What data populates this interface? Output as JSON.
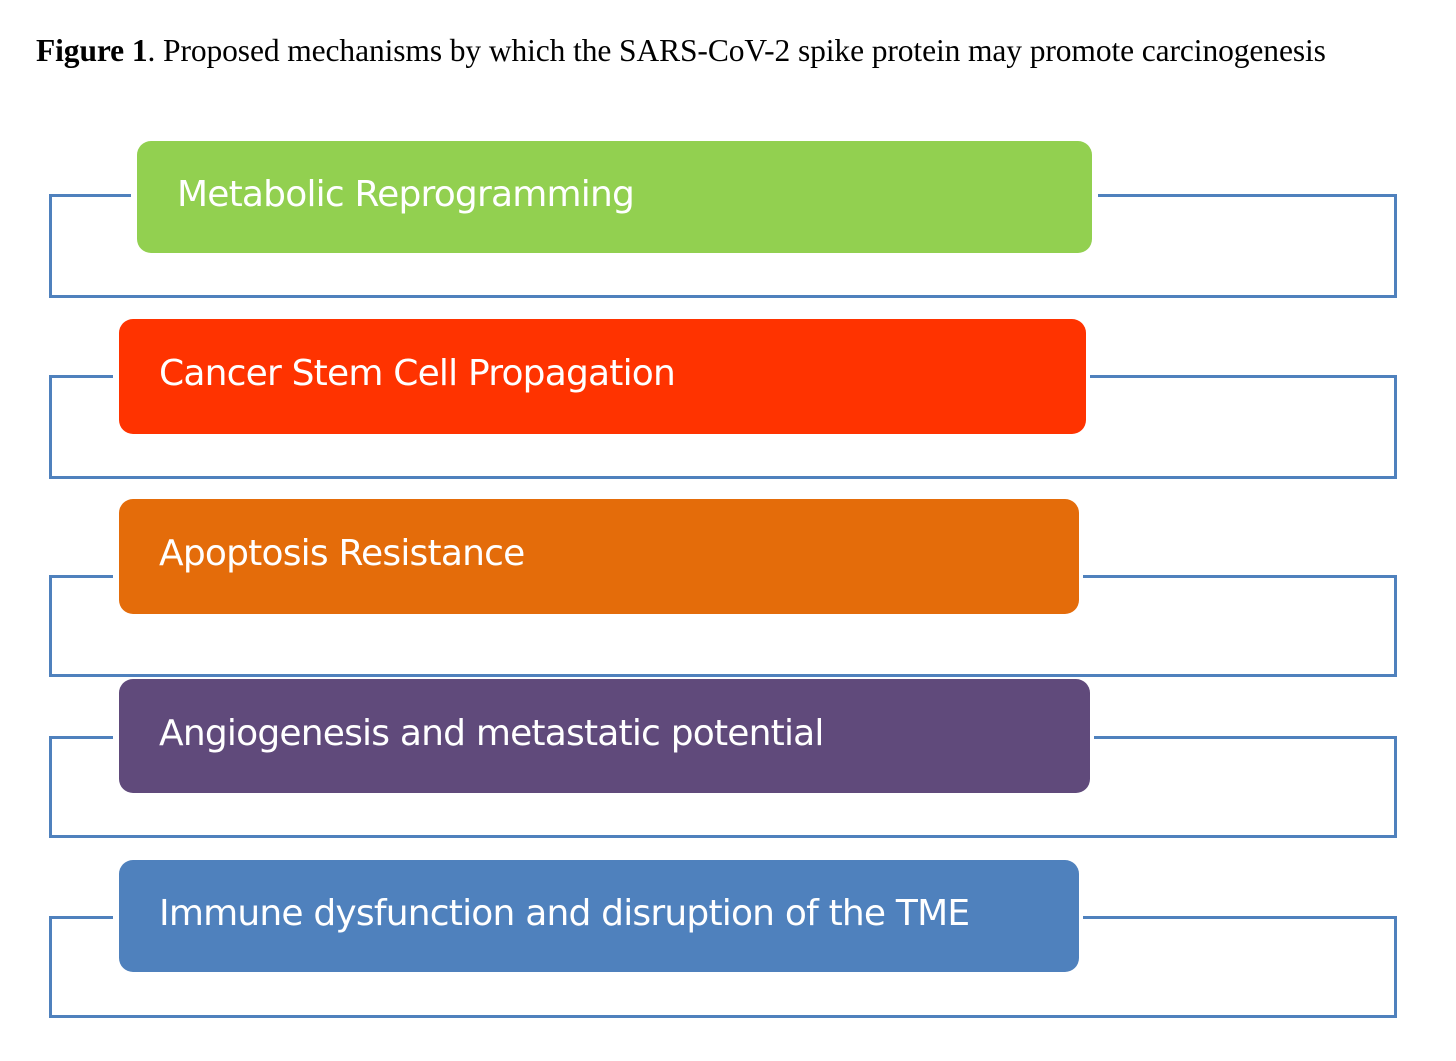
{
  "caption": {
    "label": "Figure 1",
    "text": ". Proposed mechanisms by which the SARS-CoV-2 spike protein may promote carcinogenesis"
  },
  "connector_color": "#4f81bd",
  "mechanisms": [
    {
      "label": "Metabolic Reprogramming",
      "color": "#92d050"
    },
    {
      "label": "Cancer Stem Cell Propagation",
      "color": "#ff3300"
    },
    {
      "label": "Apoptosis Resistance",
      "color": "#e46c0a"
    },
    {
      "label": "Angiogenesis and metastatic potential",
      "color": "#604a7b"
    },
    {
      "label": "Immune dysfunction and disruption of the TME",
      "color": "#4f81bd"
    }
  ]
}
